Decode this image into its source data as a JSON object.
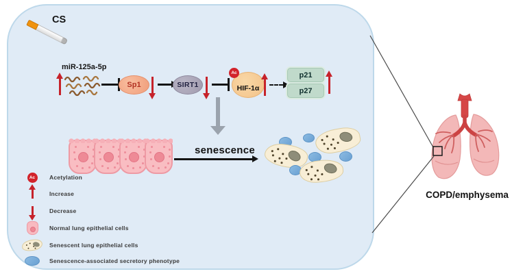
{
  "figure": {
    "smoke_label": "CS",
    "mirna_label": "miR-125a-5p",
    "nodes": {
      "sp1": "Sp1",
      "sirt1": "SIRT1",
      "hif1a": "HIF-1α",
      "ac_badge": "Ac",
      "p21": "p21",
      "p27": "p27"
    },
    "regulation": {
      "mirna": "increase",
      "sp1": "decrease",
      "sirt1": "decrease",
      "hif1a": "increase",
      "p21_p27": "increase"
    },
    "senescence_label": "senescence",
    "outcome_label": "COPD/emphysema"
  },
  "legend": {
    "items": [
      {
        "icon": "acetylation-badge",
        "icon_text": "Ac",
        "label": "Acetylation"
      },
      {
        "icon": "increase-arrow",
        "label": "Increase"
      },
      {
        "icon": "decrease-arrow",
        "label": "Decrease"
      },
      {
        "icon": "normal-cell",
        "label": "Normal lung epithelial cells"
      },
      {
        "icon": "senescent-cell",
        "label": "Senescent lung epithelial cells"
      },
      {
        "icon": "sasp-blob",
        "label": "Senescence-associated secretory phenotype"
      }
    ]
  },
  "colors": {
    "panel_bg": "#e0ebf6",
    "panel_border": "#bdd8ea",
    "regulation_red": "#c6222a",
    "sp1_fill": "#f09d7a",
    "sirt1_fill": "#a09aae",
    "hif1a_fill": "#f3c288",
    "ac_badge_red": "#d2232b",
    "p_box_green": "#c0dacb",
    "normal_cell_pink": "#f9bdc2",
    "senescent_cell_cream": "#f8eed6",
    "sasp_blue": "#69a0d2",
    "gray_arrow": "#9ba3ad",
    "lung_pink": "#f1aeae",
    "bronchi_red": "#cc4343"
  }
}
